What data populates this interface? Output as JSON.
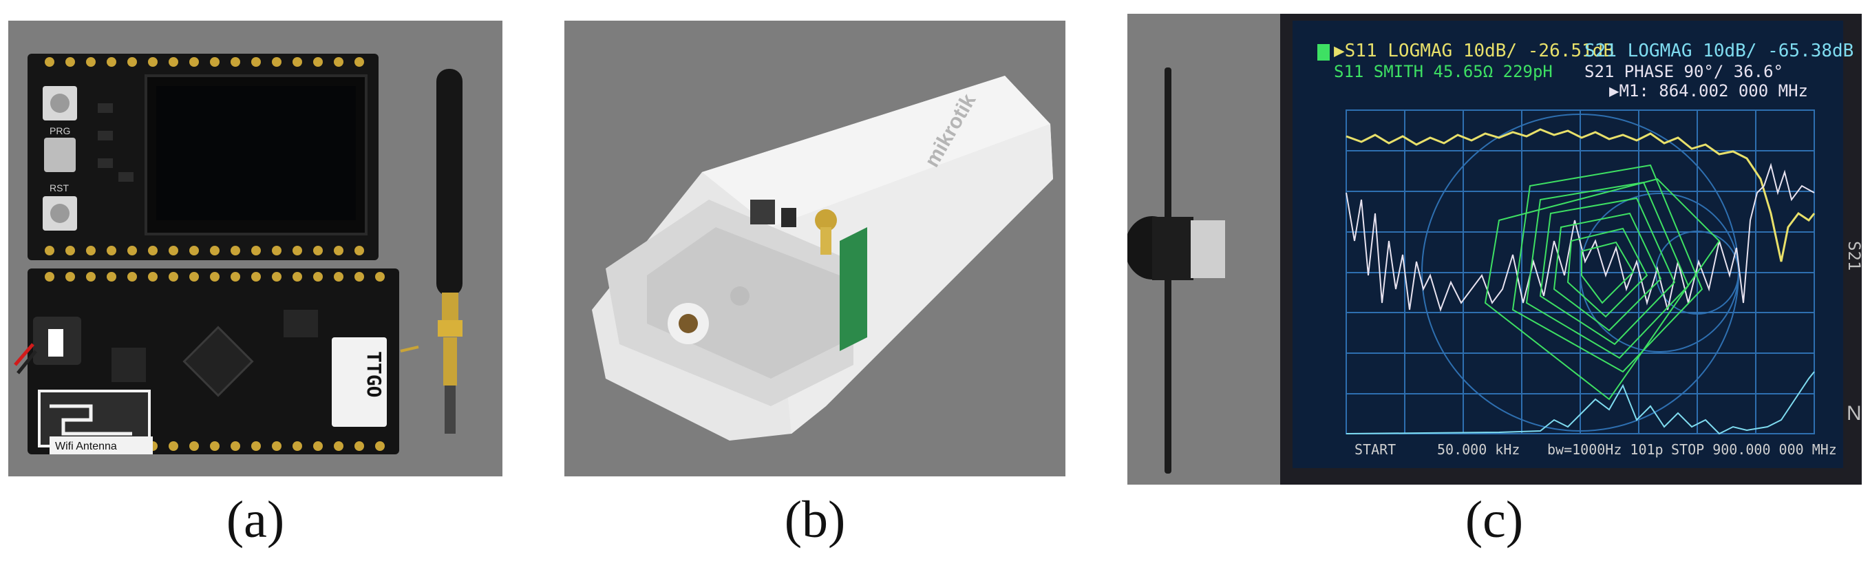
{
  "colors": {
    "panel_bg": "#7d7d7d",
    "board": "#141414",
    "screen_bg": "#0c1f3a",
    "trace_yellow": "#e8e06a",
    "trace_green": "#3ee063",
    "trace_white": "#e8e3f0",
    "text_cyan": "#7fdcf0"
  },
  "captions": {
    "a": "(a)",
    "b": "(b)",
    "c": "(c)"
  },
  "panel_a": {
    "board_labels": {
      "ttgo": "TTGO",
      "wifi_antenna": "Wifi Antenna",
      "rst": "RST",
      "prg": "PRG"
    }
  },
  "panel_b": {
    "brand": "mikrotik"
  },
  "panel_c": {
    "screen_lines": {
      "line1_a": "▶S11 LOGMAG 10dB/ -26.51dB",
      "line1_b": "S21 LOGMAG 10dB/ -65.38dB",
      "line2_a": "S11 SMITH   45.65Ω 229pH",
      "line2_b": "S21 PHASE 90°/ 36.6°",
      "line3": "▶M1: 864.002 000 MHz",
      "footer_start": "START",
      "footer_start_val": "50.000 kHz",
      "footer_bw": "bw=1000Hz 101p",
      "footer_stop": "STOP   900.000 000 MHz"
    },
    "side_marks": {
      "s21": "S21",
      "n": "N"
    }
  }
}
